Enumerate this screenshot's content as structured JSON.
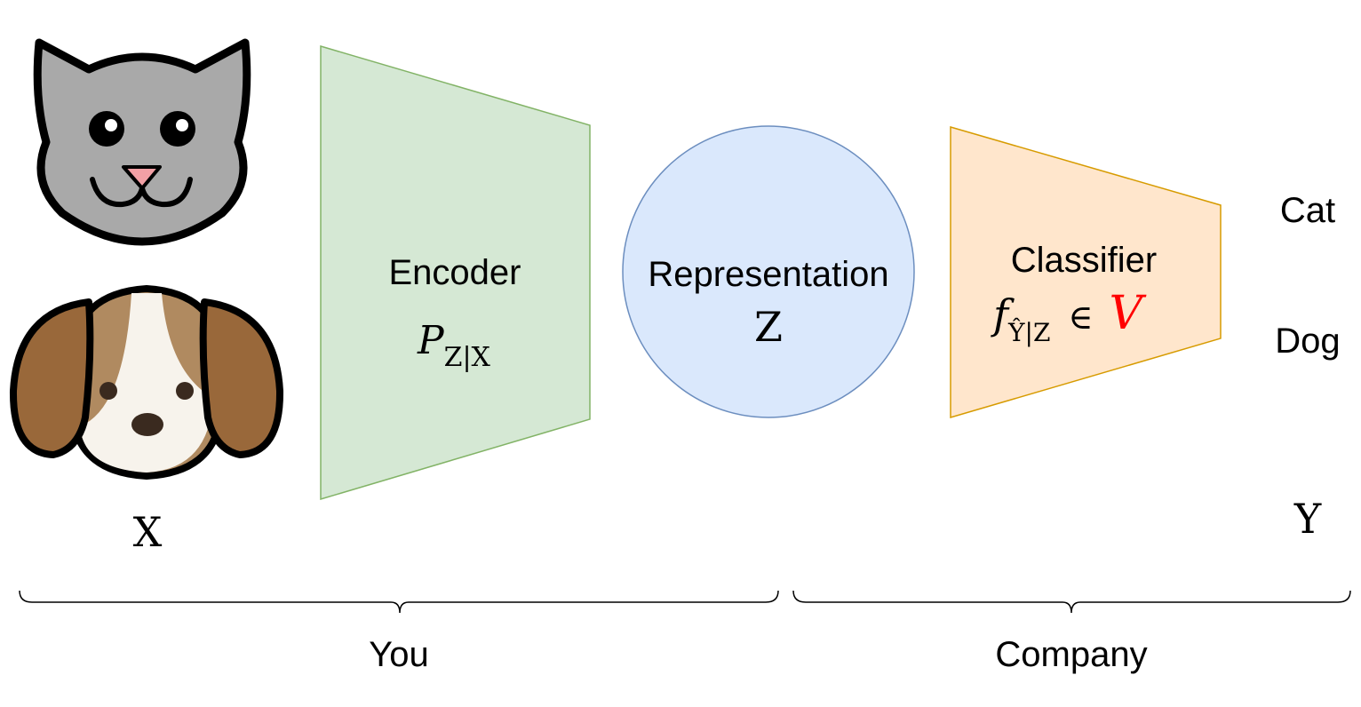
{
  "colors": {
    "encoder_fill": "#d5e8d4",
    "encoder_stroke": "#82b366",
    "representation_fill": "#dae8fc",
    "representation_stroke": "#6c8ebf",
    "classifier_fill": "#ffe6cc",
    "classifier_stroke": "#d79b00",
    "family_symbol": "#ff0000",
    "cat_fur": "#a9a9a9",
    "dog_ear": "#99683a",
    "dog_face": "#b08a60",
    "dog_blaze": "#f7f3ec"
  },
  "icons": {
    "input_top": "cat-face-icon",
    "input_bottom": "dog-face-icon"
  },
  "input": {
    "variable": "X"
  },
  "encoder": {
    "label": "Encoder",
    "formula_base": "P",
    "formula_subscript": "Z|X"
  },
  "representation": {
    "label": "Representation",
    "variable": "Z"
  },
  "classifier": {
    "label": "Classifier",
    "formula_base": "f",
    "formula_subscript": "Ŷ|Z",
    "formula_relation": "∈",
    "formula_family": "V"
  },
  "output": {
    "labels": [
      "Cat",
      "Dog"
    ],
    "variable": "Y"
  },
  "groups": [
    {
      "label": "You"
    },
    {
      "label": "Company"
    }
  ]
}
